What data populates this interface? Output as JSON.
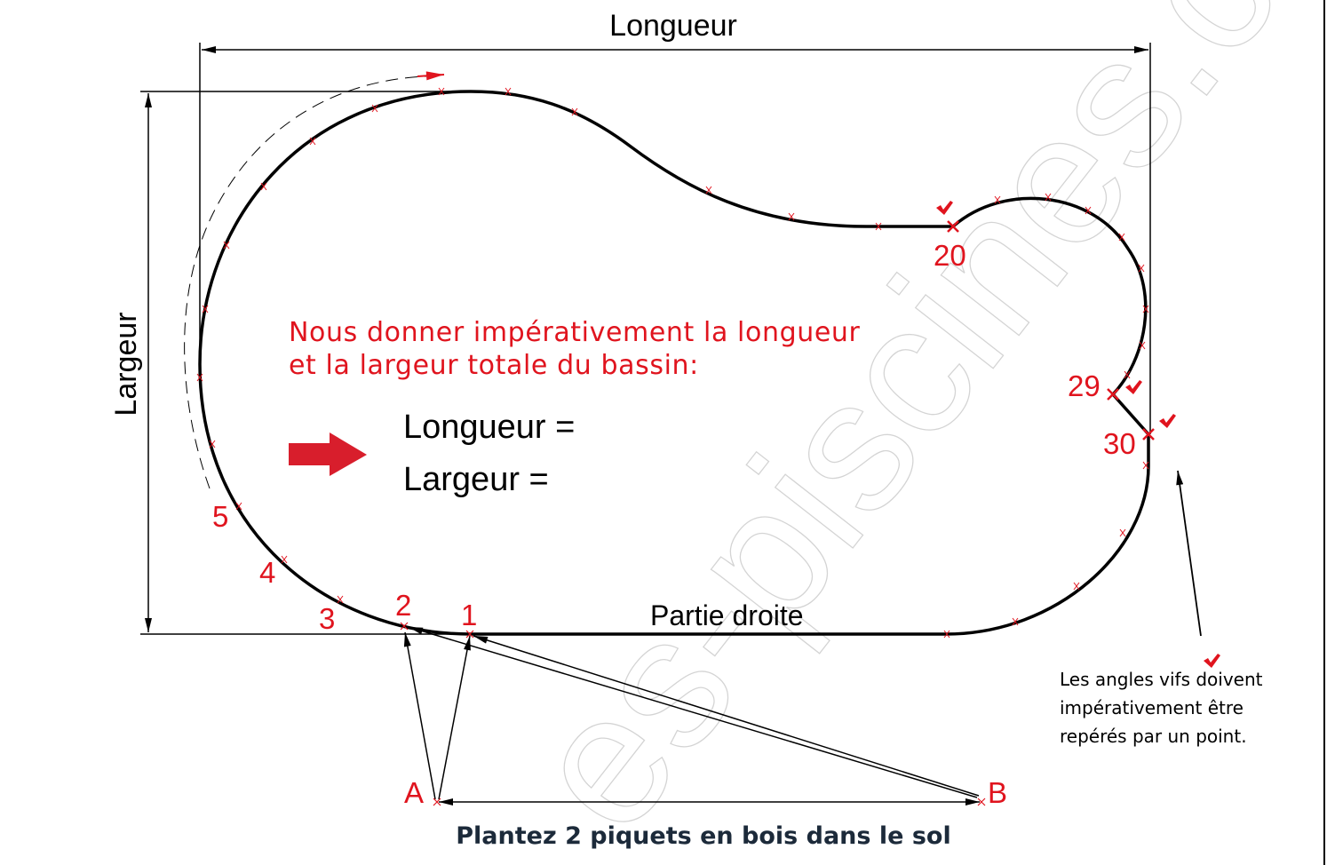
{
  "dimensions": {
    "length_label": "Longueur",
    "width_label": "Largeur"
  },
  "instruction": {
    "line1": "Nous donner impérativement la longueur",
    "line2": "et la largeur totale du bassin:",
    "length_field": "Longueur =",
    "width_field": "Largeur ="
  },
  "points": {
    "p1": "1",
    "p2": "2",
    "p3": "3",
    "p4": "4",
    "p5": "5",
    "p20": "20",
    "p29": "29",
    "p30": "30"
  },
  "straight_part_label": "Partie droite",
  "stakes": {
    "a": "A",
    "b": "B",
    "caption": "Plantez 2 piquets en bois dans le sol"
  },
  "note": {
    "line1": "Les angles vifs doivent",
    "line2": "impérativement être",
    "line3": "repérés par un point."
  },
  "watermark": "es-piscines.co",
  "colors": {
    "accent": "#e0141e",
    "line": "#000000",
    "caption": "#1c2a3a"
  }
}
